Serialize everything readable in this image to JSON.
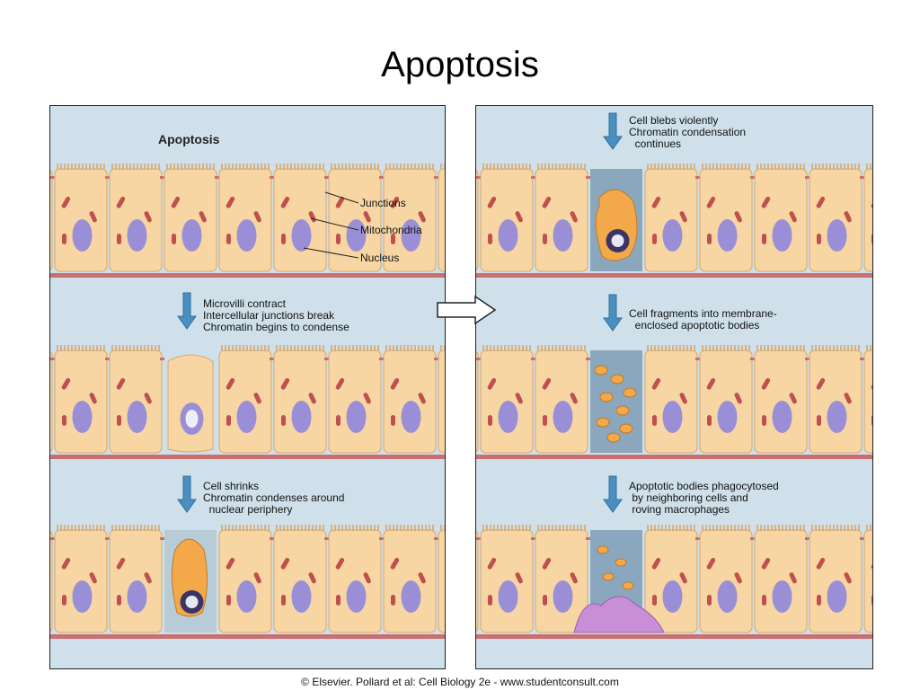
{
  "slide": {
    "title": "Apoptosis"
  },
  "left_panel": {
    "heading": "Apoptosis",
    "labels": {
      "junctions": "Junctions",
      "mitochondria": "Mitochondria",
      "nucleus": "Nucleus"
    },
    "step1_caption": "Microvilli contract\nIntercellular junctions break\nChromatin begins to condense",
    "step2_caption": "Cell shrinks\nChromatin condenses around\n  nuclear periphery"
  },
  "right_panel": {
    "step3_caption": "Cell blebs violently\nChromatin condensation\n  continues",
    "step4_caption": "Cell fragments into membrane-\n  enclosed apoptotic bodies",
    "step5_caption": "Apoptotic bodies phagocytosed\n by neighboring cells and\n roving macrophages"
  },
  "credit": "© Elsevier. Pollard et al: Cell Biology 2e - www.studentconsult.com",
  "colors": {
    "background": "#cfe0ea",
    "cell_fill": "#f7d6a3",
    "cell_stroke": "#d9a76a",
    "nucleus": "#9a8fd6",
    "mitochondria": "#c0504d",
    "arrow": "#4a8fc0",
    "basement": "#c96f6f",
    "dying_cell": "#f3a94a",
    "macrophage": "#c98fd6"
  }
}
